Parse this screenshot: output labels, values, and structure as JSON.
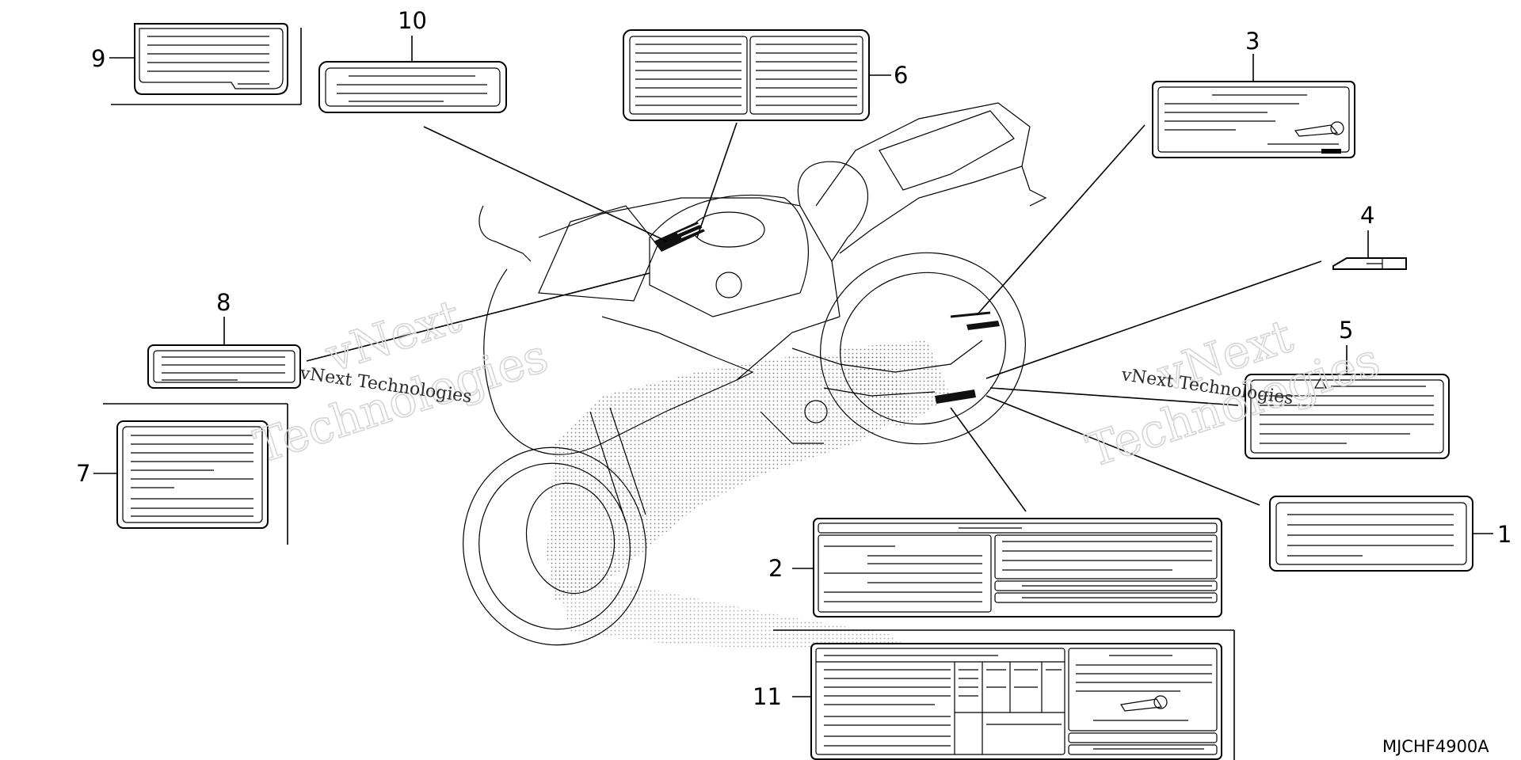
{
  "diagram": {
    "code": "MJCHF4900A",
    "watermark_line": "vNext Technologies",
    "watermark_word1": "vNext",
    "watermark_word2": "Technologies",
    "callouts": [
      {
        "id": "1",
        "label": "1"
      },
      {
        "id": "2",
        "label": "2"
      },
      {
        "id": "3",
        "label": "3"
      },
      {
        "id": "4",
        "label": "4"
      },
      {
        "id": "5",
        "label": "5"
      },
      {
        "id": "6",
        "label": "6"
      },
      {
        "id": "7",
        "label": "7"
      },
      {
        "id": "8",
        "label": "8"
      },
      {
        "id": "9",
        "label": "9"
      },
      {
        "id": "10",
        "label": "10"
      },
      {
        "id": "11",
        "label": "11"
      }
    ]
  }
}
